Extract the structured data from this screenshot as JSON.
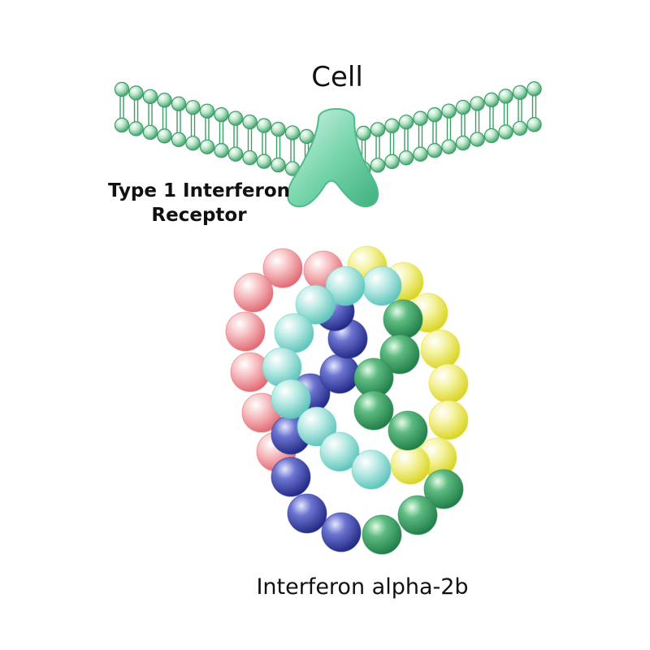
{
  "labels": {
    "cell": "Cell",
    "receptor_line1": "Type 1 Interferon",
    "receptor_line2": "Receptor",
    "protein": "Interferon alpha-2b"
  },
  "colors": {
    "membrane": "#3a9e66",
    "receptor": "#5ec79a",
    "pink": "#e8707a",
    "yellow": "#e6e23a",
    "cyan": "#6ed0c8",
    "navy": "#2b3594",
    "green": "#2a8a55"
  }
}
